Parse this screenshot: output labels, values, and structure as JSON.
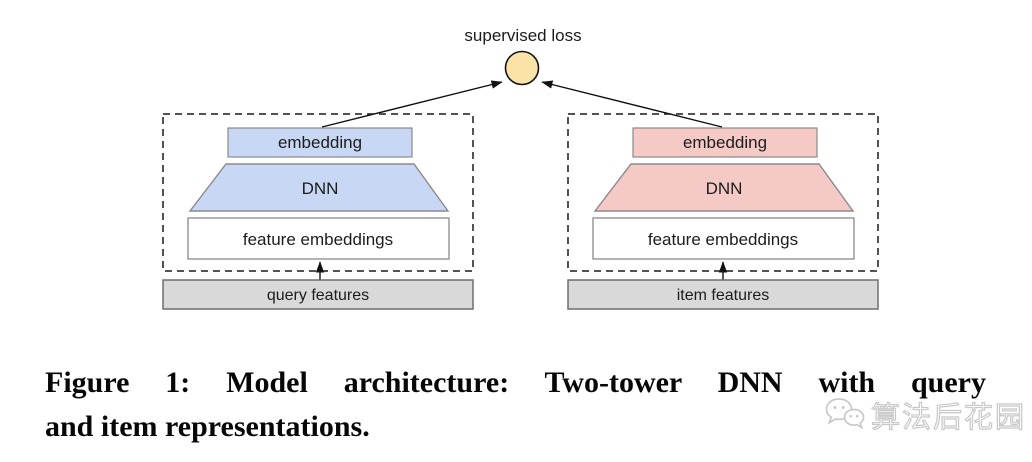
{
  "diagram": {
    "loss_label": "supervised loss",
    "loss_node_color": "#FBE3A8",
    "line_color": "#111111",
    "box_border_color": "#8a8a8a",
    "towers": [
      {
        "name": "query-tower",
        "embedding_label": "embedding",
        "dnn_label": "DNN",
        "features_label": "feature embeddings",
        "input_label": "query features",
        "color": "#C8D8F4"
      },
      {
        "name": "item-tower",
        "embedding_label": "embedding",
        "dnn_label": "DNN",
        "features_label": "feature embeddings",
        "input_label": "item features",
        "color": "#F5C9C6"
      }
    ],
    "input_box_color": "#D9D9D9"
  },
  "caption": {
    "line1": "Figure 1: Model architecture: Two-tower DNN with query",
    "line2": "and item representations."
  },
  "watermark": {
    "text": "算法后花园",
    "icon": "wechat-icon"
  }
}
